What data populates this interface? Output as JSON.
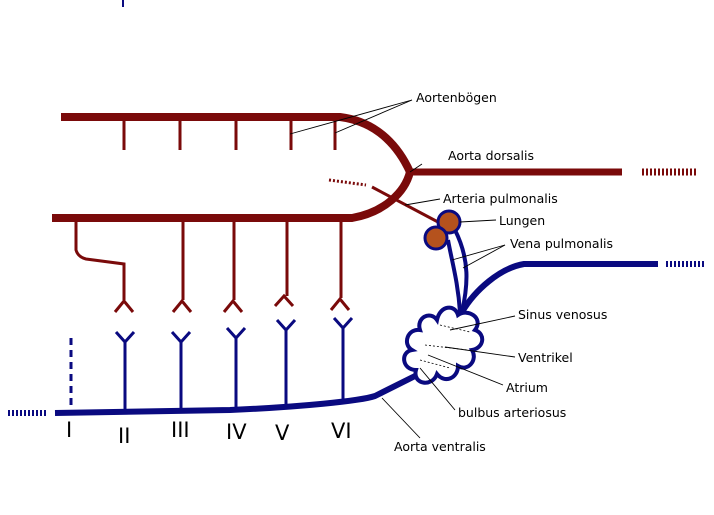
{
  "labels": {
    "aortenboegen": "Aortenbögen",
    "aorta_dorsalis": "Aorta dorsalis",
    "arteria_pulmonalis": "Arteria pulmonalis",
    "lungen": "Lungen",
    "vena_pulmonalis": "Vena pulmonalis",
    "sinus_venosus": "Sinus venosus",
    "ventrikel": "Ventrikel",
    "atrium": "Atrium",
    "bulbus_arteriosus": "bulbus arteriosus",
    "aorta_ventralis": "Aorta ventralis"
  },
  "arches": [
    "I",
    "II",
    "III",
    "IV",
    "V",
    "VI"
  ],
  "colors": {
    "artery": "#7a0a0a",
    "vein": "#0a0a80",
    "lung": "#b5521d",
    "background": "#ffffff"
  }
}
